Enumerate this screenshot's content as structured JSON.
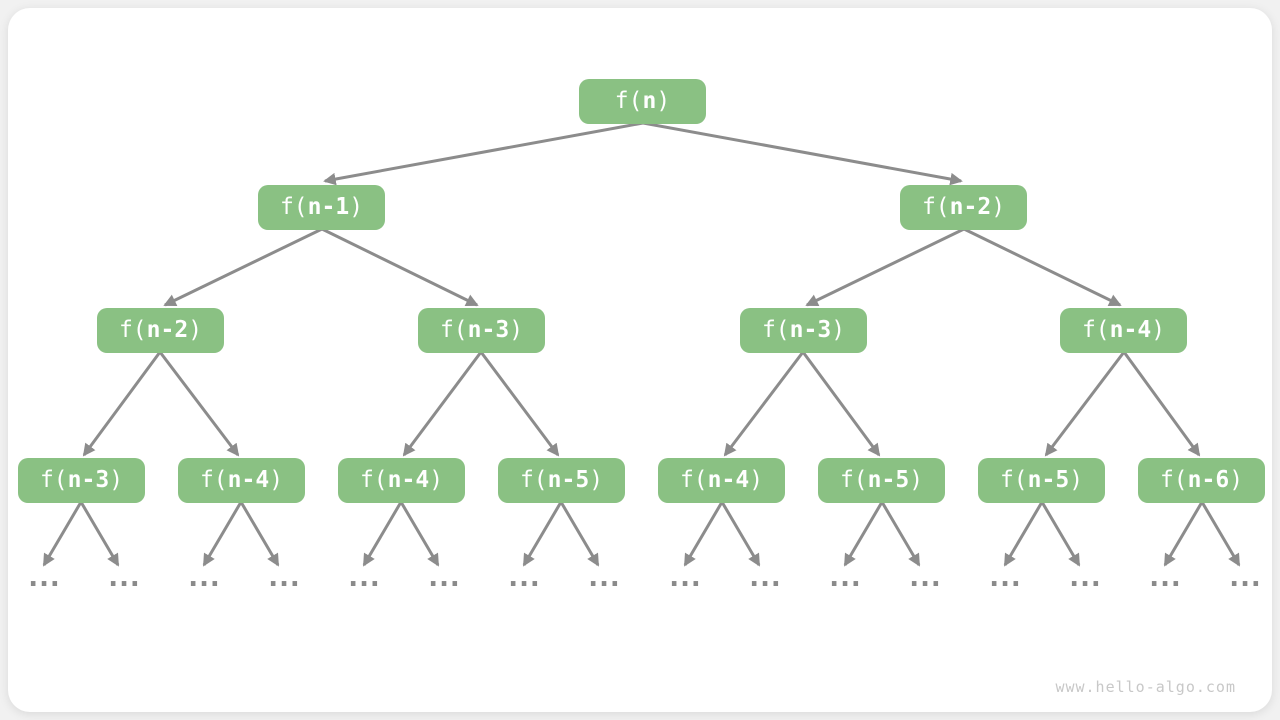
{
  "watermark": "www.hello-algo.com",
  "ellipsis": "...",
  "colors": {
    "node_fill": "#8AC183",
    "node_text": "#FFFFFF",
    "arrow": "#8C8C8C",
    "ellipsis_text": "#8A8A8A",
    "watermark_text": "#C8C8C8",
    "panel_background": "#FFFFFF",
    "page_background": "#F1F1F1"
  },
  "tree": {
    "nodes": [
      {
        "id": 0,
        "level": 1,
        "label": "f(n)",
        "pre": "f(",
        "arg": "n",
        "post": ")"
      },
      {
        "id": 1,
        "level": 2,
        "label": "f(n-1)",
        "pre": "f(",
        "arg": "n-1",
        "post": ")"
      },
      {
        "id": 2,
        "level": 2,
        "label": "f(n-2)",
        "pre": "f(",
        "arg": "n-2",
        "post": ")"
      },
      {
        "id": 3,
        "level": 3,
        "label": "f(n-2)",
        "pre": "f(",
        "arg": "n-2",
        "post": ")"
      },
      {
        "id": 4,
        "level": 3,
        "label": "f(n-3)",
        "pre": "f(",
        "arg": "n-3",
        "post": ")"
      },
      {
        "id": 5,
        "level": 3,
        "label": "f(n-3)",
        "pre": "f(",
        "arg": "n-3",
        "post": ")"
      },
      {
        "id": 6,
        "level": 3,
        "label": "f(n-4)",
        "pre": "f(",
        "arg": "n-4",
        "post": ")"
      },
      {
        "id": 7,
        "level": 4,
        "label": "f(n-3)",
        "pre": "f(",
        "arg": "n-3",
        "post": ")"
      },
      {
        "id": 8,
        "level": 4,
        "label": "f(n-4)",
        "pre": "f(",
        "arg": "n-4",
        "post": ")"
      },
      {
        "id": 9,
        "level": 4,
        "label": "f(n-4)",
        "pre": "f(",
        "arg": "n-4",
        "post": ")"
      },
      {
        "id": 10,
        "level": 4,
        "label": "f(n-5)",
        "pre": "f(",
        "arg": "n-5",
        "post": ")"
      },
      {
        "id": 11,
        "level": 4,
        "label": "f(n-4)",
        "pre": "f(",
        "arg": "n-4",
        "post": ")"
      },
      {
        "id": 12,
        "level": 4,
        "label": "f(n-5)",
        "pre": "f(",
        "arg": "n-5",
        "post": ")"
      },
      {
        "id": 13,
        "level": 4,
        "label": "f(n-5)",
        "pre": "f(",
        "arg": "n-5",
        "post": ")"
      },
      {
        "id": 14,
        "level": 4,
        "label": "f(n-6)",
        "pre": "f(",
        "arg": "n-6",
        "post": ")"
      }
    ],
    "edges": [
      [
        0,
        1
      ],
      [
        0,
        2
      ],
      [
        1,
        3
      ],
      [
        1,
        4
      ],
      [
        2,
        5
      ],
      [
        2,
        6
      ],
      [
        3,
        7
      ],
      [
        3,
        8
      ],
      [
        4,
        9
      ],
      [
        4,
        10
      ],
      [
        5,
        11
      ],
      [
        5,
        12
      ],
      [
        6,
        13
      ],
      [
        6,
        14
      ]
    ],
    "ellipsis_leaf_count": 16,
    "ellipsis_leaves_per_level4_node": 2
  }
}
